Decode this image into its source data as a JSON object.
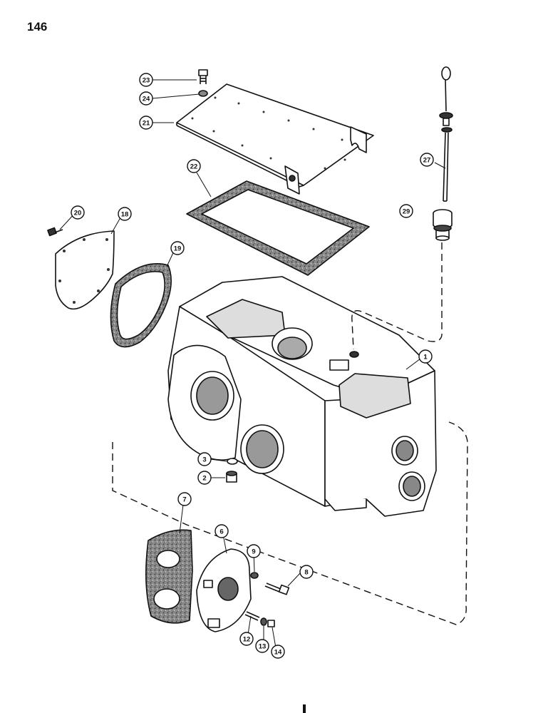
{
  "page": {
    "number": "146"
  },
  "callouts": [
    {
      "id": "c23",
      "label": "23"
    },
    {
      "id": "c24",
      "label": "24"
    },
    {
      "id": "c21",
      "label": "21"
    },
    {
      "id": "c22",
      "label": "22"
    },
    {
      "id": "c27",
      "label": "27"
    },
    {
      "id": "c29",
      "label": "29"
    },
    {
      "id": "c20",
      "label": "20"
    },
    {
      "id": "c18",
      "label": "18"
    },
    {
      "id": "c19",
      "label": "19"
    },
    {
      "id": "c1",
      "label": "1"
    },
    {
      "id": "c3",
      "label": "3"
    },
    {
      "id": "c2",
      "label": "2"
    },
    {
      "id": "c7",
      "label": "7"
    },
    {
      "id": "c6",
      "label": "6"
    },
    {
      "id": "c9",
      "label": "9"
    },
    {
      "id": "c8",
      "label": "8"
    },
    {
      "id": "c12",
      "label": "12"
    },
    {
      "id": "c13",
      "label": "13"
    },
    {
      "id": "c14",
      "label": "14"
    }
  ],
  "colors": {
    "ink": "#111111",
    "gasket": "#555555",
    "paper": "#ffffff"
  }
}
